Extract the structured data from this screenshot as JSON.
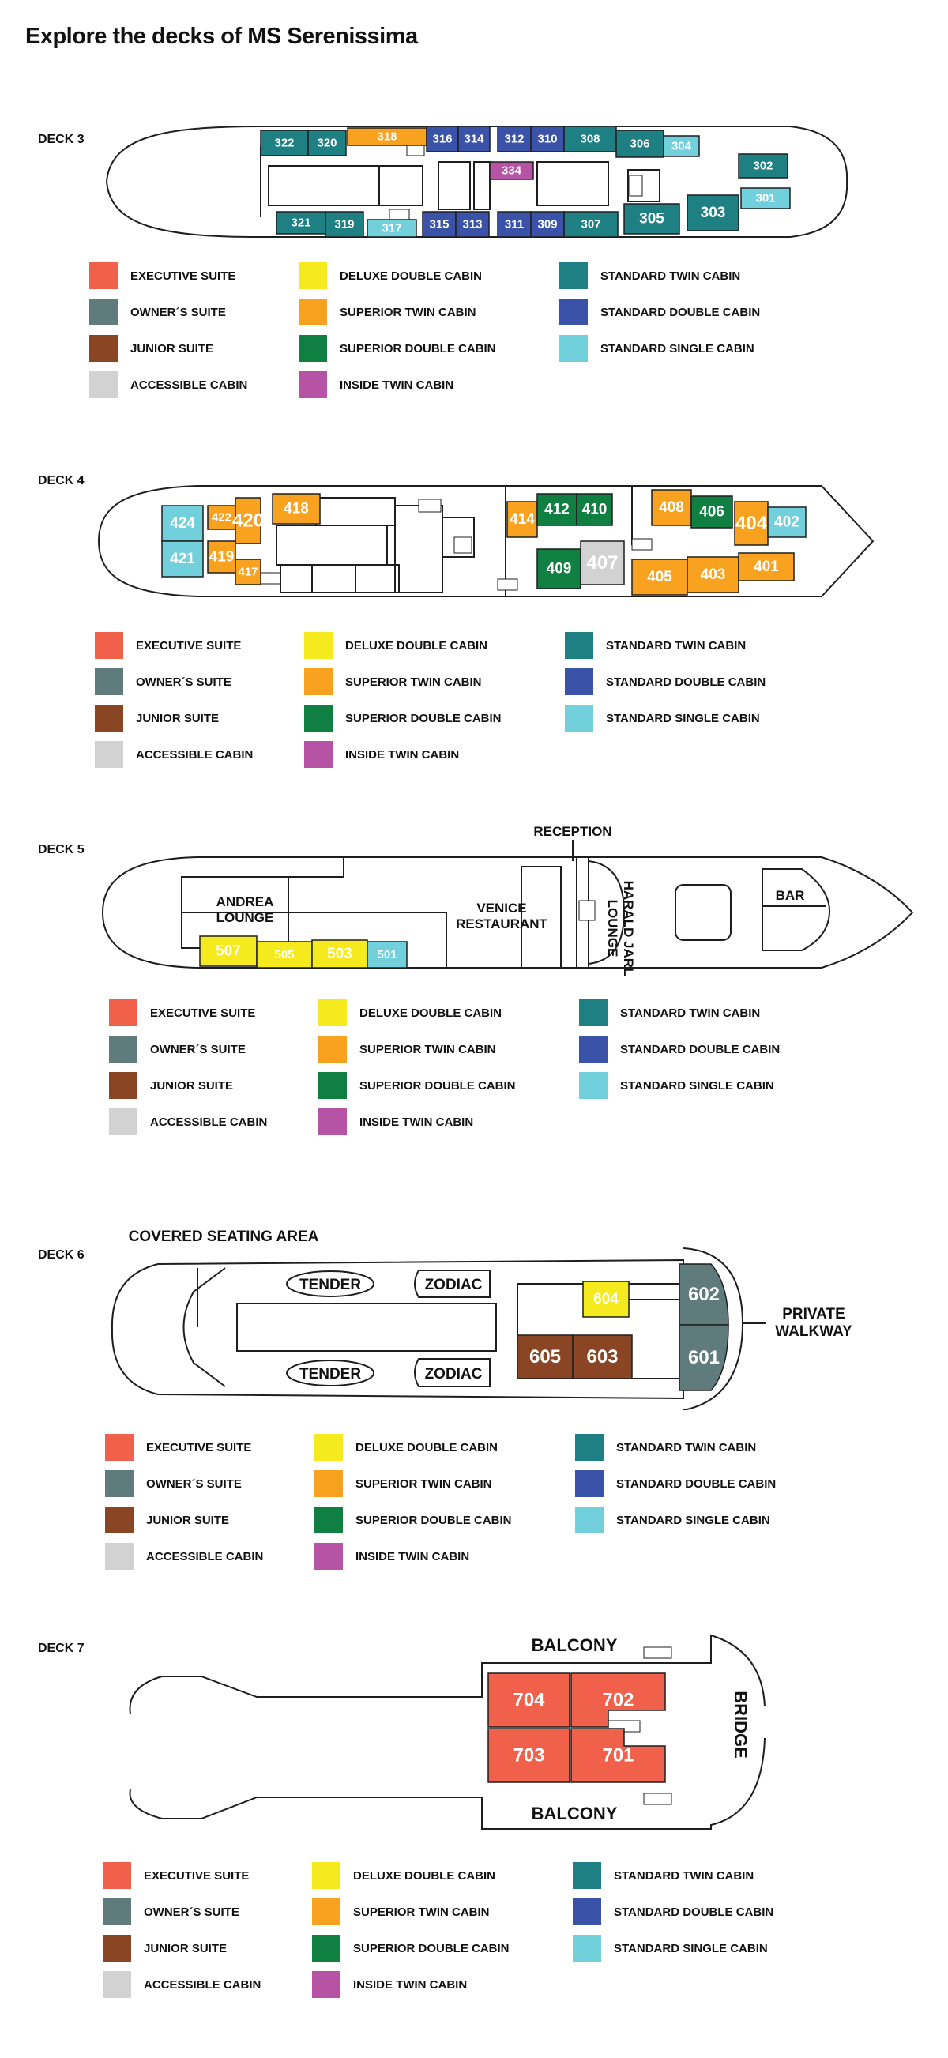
{
  "title": "Explore the decks of MS Serenissima",
  "colors": {
    "executive": "#f0604a",
    "owners": "#5f7b7b",
    "junior": "#8a4624",
    "accessible": "#d2d2d2",
    "deluxe_double": "#f5ea1e",
    "superior_twin": "#f8a21f",
    "superior_double": "#108042",
    "inside_twin": "#b653a5",
    "standard_twin": "#1f8083",
    "standard_double": "#3a52a8",
    "standard_single": "#72cfdc",
    "outline": "#1e1e1e"
  },
  "legend": [
    {
      "key": "executive",
      "label": "EXECUTIVE SUITE"
    },
    {
      "key": "owners",
      "label": "OWNER´S SUITE"
    },
    {
      "key": "junior",
      "label": "JUNIOR SUITE"
    },
    {
      "key": "accessible",
      "label": "ACCESSIBLE CABIN"
    },
    {
      "key": "deluxe_double",
      "label": "DELUXE DOUBLE CABIN"
    },
    {
      "key": "superior_twin",
      "label": "SUPERIOR TWIN CABIN"
    },
    {
      "key": "superior_double",
      "label": "SUPERIOR DOUBLE CABIN"
    },
    {
      "key": "inside_twin",
      "label": "INSIDE TWIN CABIN"
    },
    {
      "key": "standard_twin",
      "label": "STANDARD TWIN CABIN"
    },
    {
      "key": "standard_double",
      "label": "STANDARD DOUBLE CABIN"
    },
    {
      "key": "standard_single",
      "label": "STANDARD SINGLE CABIN"
    }
  ],
  "decks": [
    {
      "label": "DECK 3",
      "cabins": [
        {
          "no": "322",
          "type": "standard_twin"
        },
        {
          "no": "320",
          "type": "standard_twin"
        },
        {
          "no": "318",
          "type": "superior_twin"
        },
        {
          "no": "316",
          "type": "standard_double"
        },
        {
          "no": "314",
          "type": "standard_double"
        },
        {
          "no": "312",
          "type": "standard_double"
        },
        {
          "no": "310",
          "type": "standard_double"
        },
        {
          "no": "308",
          "type": "standard_twin"
        },
        {
          "no": "306",
          "type": "standard_twin"
        },
        {
          "no": "304",
          "type": "standard_single"
        },
        {
          "no": "302",
          "type": "standard_twin"
        },
        {
          "no": "334",
          "type": "inside_twin"
        },
        {
          "no": "321",
          "type": "standard_twin"
        },
        {
          "no": "319",
          "type": "standard_twin"
        },
        {
          "no": "317",
          "type": "standard_single"
        },
        {
          "no": "315",
          "type": "standard_double"
        },
        {
          "no": "313",
          "type": "standard_double"
        },
        {
          "no": "311",
          "type": "standard_double"
        },
        {
          "no": "309",
          "type": "standard_double"
        },
        {
          "no": "307",
          "type": "standard_twin"
        },
        {
          "no": "305",
          "type": "standard_twin"
        },
        {
          "no": "303",
          "type": "standard_twin"
        },
        {
          "no": "301",
          "type": "standard_single"
        }
      ]
    },
    {
      "label": "DECK 4",
      "cabins": [
        {
          "no": "424",
          "type": "standard_single"
        },
        {
          "no": "422",
          "type": "superior_twin"
        },
        {
          "no": "420",
          "type": "superior_twin"
        },
        {
          "no": "421",
          "type": "standard_single"
        },
        {
          "no": "419",
          "type": "superior_twin"
        },
        {
          "no": "417",
          "type": "superior_twin"
        },
        {
          "no": "418",
          "type": "superior_twin"
        },
        {
          "no": "414",
          "type": "superior_twin"
        },
        {
          "no": "412",
          "type": "superior_double"
        },
        {
          "no": "410",
          "type": "superior_double"
        },
        {
          "no": "409",
          "type": "superior_double"
        },
        {
          "no": "407",
          "type": "accessible"
        },
        {
          "no": "408",
          "type": "superior_twin"
        },
        {
          "no": "406",
          "type": "superior_double"
        },
        {
          "no": "404",
          "type": "superior_twin"
        },
        {
          "no": "402",
          "type": "standard_single"
        },
        {
          "no": "405",
          "type": "superior_twin"
        },
        {
          "no": "403",
          "type": "superior_twin"
        },
        {
          "no": "401",
          "type": "superior_twin"
        }
      ]
    },
    {
      "label": "DECK 5",
      "areas": {
        "andrea_1": "ANDREA",
        "andrea_2": "LOUNGE",
        "venice_1": "VENICE",
        "venice_2": "RESTAURANT",
        "reception": "RECEPTION",
        "harald_1": "HARALD JARL",
        "harald_2": "LOUNGE",
        "bar": "BAR"
      },
      "cabins": [
        {
          "no": "507",
          "type": "deluxe_double"
        },
        {
          "no": "505",
          "type": "deluxe_double"
        },
        {
          "no": "503",
          "type": "deluxe_double"
        },
        {
          "no": "501",
          "type": "standard_single"
        }
      ]
    },
    {
      "label": "DECK 6",
      "areas": {
        "covered": "COVERED SEATING AREA",
        "tender": "TENDER",
        "zodiac": "ZODIAC",
        "private_1": "PRIVATE",
        "private_2": "WALKWAY"
      },
      "cabins": [
        {
          "no": "604",
          "type": "deluxe_double"
        },
        {
          "no": "605",
          "type": "junior"
        },
        {
          "no": "603",
          "type": "junior"
        },
        {
          "no": "602",
          "type": "owners"
        },
        {
          "no": "601",
          "type": "owners"
        }
      ]
    },
    {
      "label": "DECK 7",
      "areas": {
        "balcony": "BALCONY",
        "bridge": "BRIDGE"
      },
      "cabins": [
        {
          "no": "704",
          "type": "executive"
        },
        {
          "no": "702",
          "type": "executive"
        },
        {
          "no": "703",
          "type": "executive"
        },
        {
          "no": "701",
          "type": "executive"
        }
      ]
    }
  ]
}
